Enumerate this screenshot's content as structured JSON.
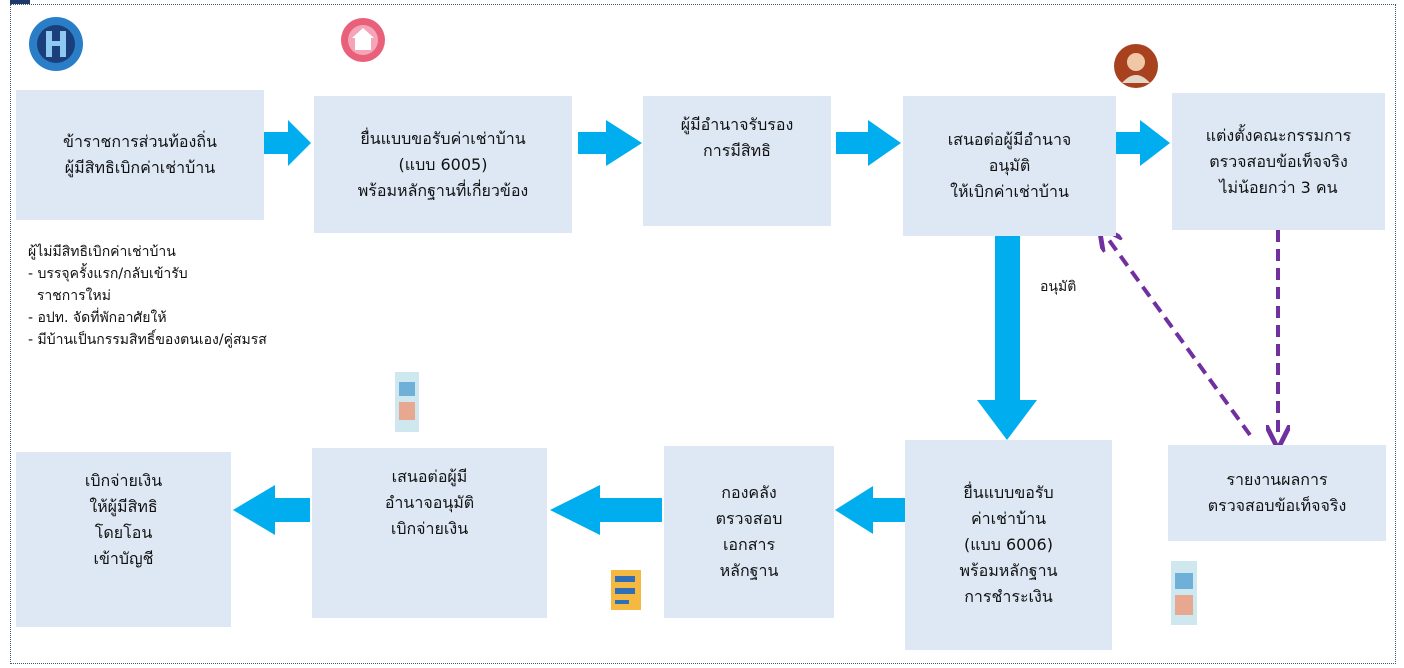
{
  "boxes": {
    "local_official": [
      "ข้าราชการส่วนท้องถิ่น",
      "ผู้มีสิทธิเบิกค่าเช่าบ้าน"
    ],
    "submit_6005": [
      "ยื่นแบบขอรับค่าเช่าบ้าน",
      "(แบบ 6005)",
      "พร้อมหลักฐานที่เกี่ยวข้อง"
    ],
    "certify": [
      "ผู้มีอำนาจรับรอง",
      "การมีสิทธิ"
    ],
    "propose_approval": [
      "เสนอต่อผู้มีอำนาจ",
      "อนุมัติ",
      "ให้เบิกค่าเช่าบ้าน"
    ],
    "committee": [
      "แต่งตั้งคณะกรรมการ",
      "ตรวจสอบข้อเท็จจริง",
      "ไม่น้อยกว่า 3 คน"
    ],
    "report": [
      "รายงานผลการ",
      "ตรวจสอบข้อเท็จจริง"
    ],
    "submit_6006": [
      "ยื่นแบบขอรับ",
      "ค่าเช่าบ้าน",
      "(แบบ 6006)",
      "พร้อมหลักฐาน",
      "การชำระเงิน"
    ],
    "treasury": [
      "กองคลัง",
      "ตรวจสอบ",
      "เอกสาร",
      "หลักฐาน"
    ],
    "propose_payment": [
      "เสนอต่อผู้มี",
      "อำนาจอนุมัติ",
      "เบิกจ่ายเงิน"
    ],
    "pay": [
      "เบิกจ่ายเงิน",
      "ให้ผู้มีสิทธิ",
      "โดยโอน",
      "เข้าบัญชี"
    ]
  },
  "ineligible_note": [
    "ผู้ไม่มีสิทธิเบิกค่าเช่าบ้าน",
    "- บรรจุครั้งแรก/กลับเข้ารับ",
    "  ราชการใหม่",
    "- อปท. จัดที่พักอาศัยให้",
    "- มีบ้านเป็นกรรมสิทธิ์ของตนเอง/คู่สมรส"
  ],
  "approve_label": "อนุมัติ",
  "icons": [
    "government-seal-icon",
    "house-icon",
    "official-portrait-icon",
    "document-icon",
    "document-icon",
    "document-icon",
    "money-bag-icon"
  ],
  "colors": {
    "box": "#dde8f4",
    "flow_arrow": "#00aeef",
    "dashed_arrow": "#7030a0"
  }
}
